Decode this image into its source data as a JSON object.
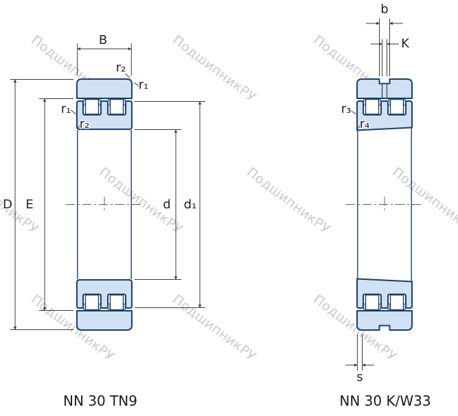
{
  "watermark": {
    "text": "ПодшипникРУ",
    "color": "#bdbdbd"
  },
  "colors": {
    "bearing-fill": "#cfe1f2",
    "bearing-outline": "#1b3f6b",
    "dimension": "#3a3a3a",
    "label": "#222222",
    "caption": "#1a1a1a",
    "background": "#ffffff"
  },
  "left_view": {
    "caption": "NN 30 TN9",
    "labels": {
      "B": "B",
      "D": "D",
      "E": "E",
      "d": "d",
      "d1": "d₁",
      "r2_top": "r₂",
      "r1_top": "r₁",
      "r1_left": "r₁",
      "r2_left": "r₂"
    }
  },
  "right_view": {
    "caption": "NN 30 K/W33",
    "labels": {
      "b": "b",
      "K": "K",
      "s": "s",
      "r3": "r₃",
      "r4": "r₄"
    }
  }
}
